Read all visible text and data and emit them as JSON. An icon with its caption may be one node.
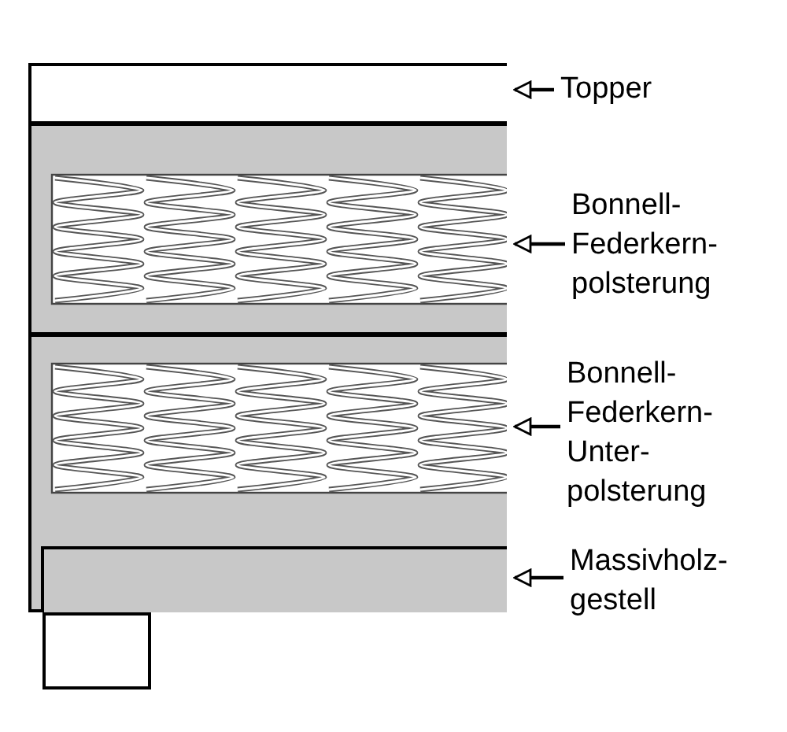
{
  "diagram": {
    "nodes": [
      {
        "text": [],
        "shape": "box"
      },
      {
        "text": [
          "Topper"
        ]
      },
      {
        "text": [],
        "shape": "box"
      },
      {
        "text": [
          "Bonnell- Federkern- polsterung"
        ]
      },
      {
        "text": [],
        "shape": "box"
      },
      {
        "text": [
          "Bonnell- Federkern- Unter- polsterung"
        ]
      },
      {
        "text": [],
        "shape": "box",
        "in": 4
      },
      {
        "text": [
          "Massivholz- gestell"
        ]
      },
      {
        "text": [],
        "shape": "box"
      }
    ],
    "edges": [
      {
        "from": 1,
        "to": 0,
        "arrow": "to"
      },
      {
        "from": 3,
        "to": 2,
        "arrow": "to"
      },
      {
        "from": 5,
        "to": 4,
        "arrow": "to"
      },
      {
        "from": 7,
        "to": 6,
        "arrow": "to"
      }
    ]
  }
}
